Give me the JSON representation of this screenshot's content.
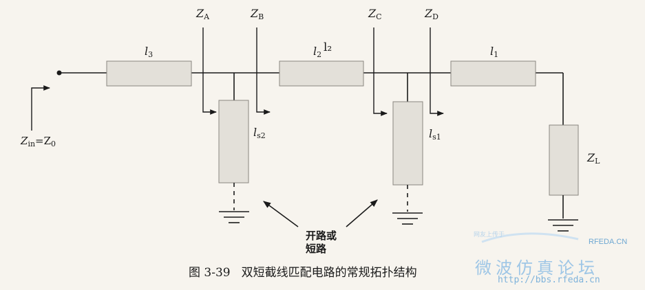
{
  "labels": {
    "za": "Z",
    "za_sub": "A",
    "zb": "Z",
    "zb_sub": "B",
    "zc": "Z",
    "zc_sub": "C",
    "zd": "Z",
    "zd_sub": "D",
    "l3": "l",
    "l3_sub": "3",
    "l2": "l",
    "l2_sub": "2",
    "l2_hand": "l₂",
    "l1": "l",
    "l1_sub": "1",
    "ls2": "l",
    "ls2_sub": "s2",
    "ls1": "l",
    "ls1_sub": "s1",
    "zl": "Z",
    "zl_sub": "L",
    "zin": "Z",
    "zin_sub": "in",
    "zin_eq": "=Z",
    "zin_eq_sub": "0",
    "stub_term_1": "开路或",
    "stub_term_2": "短路"
  },
  "caption": {
    "number": "图 3-39",
    "text": "双短截线匹配电路的常规拓扑结构"
  },
  "watermark": {
    "small": "网友上传于",
    "brand": "RFEDA.CN",
    "cn": "微波仿真论坛",
    "url": "http://bbs.rfeda.cn"
  },
  "colors": {
    "line": "#1a1a1a",
    "block_fill": "#e3e0d9",
    "block_stroke": "#8a8680",
    "background": "#f7f4ee",
    "watermark": "#9ec6e6"
  }
}
